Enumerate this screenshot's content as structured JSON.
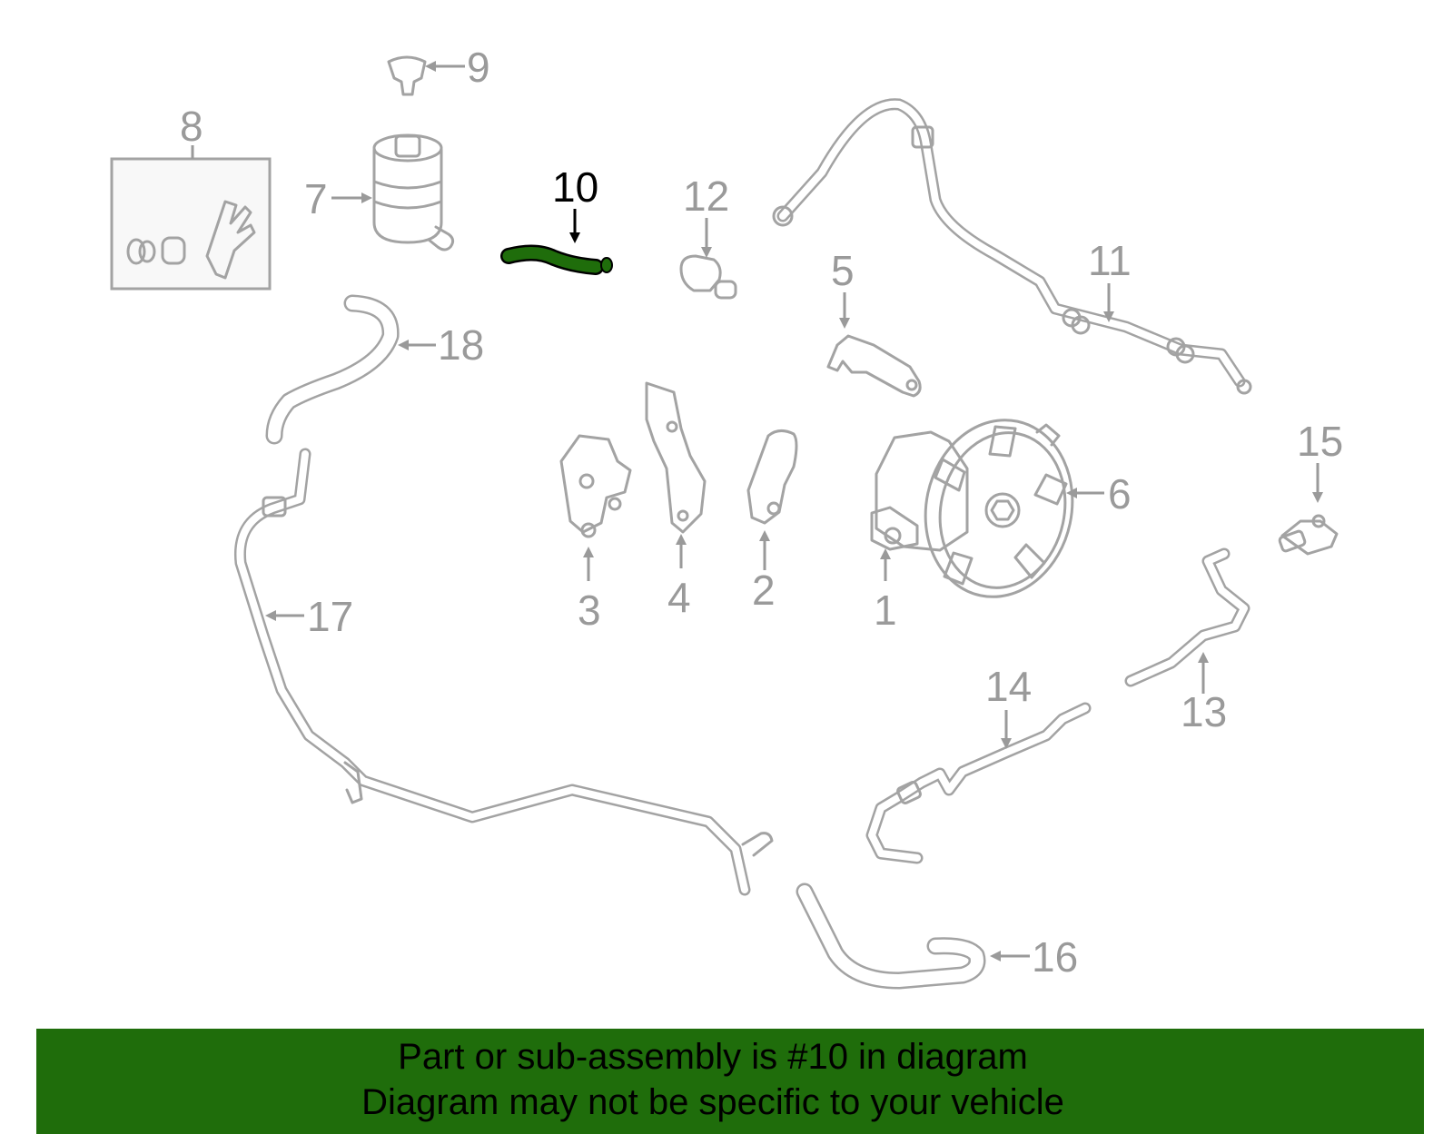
{
  "diagram": {
    "highlight_color": "#1f6d0b",
    "line_color": "#a3a3a3",
    "callouts": [
      {
        "id": "1",
        "label": "1"
      },
      {
        "id": "2",
        "label": "2"
      },
      {
        "id": "3",
        "label": "3"
      },
      {
        "id": "4",
        "label": "4"
      },
      {
        "id": "5",
        "label": "5"
      },
      {
        "id": "6",
        "label": "6"
      },
      {
        "id": "7",
        "label": "7"
      },
      {
        "id": "8",
        "label": "8"
      },
      {
        "id": "9",
        "label": "9"
      },
      {
        "id": "10",
        "label": "10",
        "highlighted": true
      },
      {
        "id": "11",
        "label": "11"
      },
      {
        "id": "12",
        "label": "12"
      },
      {
        "id": "13",
        "label": "13"
      },
      {
        "id": "14",
        "label": "14"
      },
      {
        "id": "15",
        "label": "15"
      },
      {
        "id": "16",
        "label": "16"
      },
      {
        "id": "17",
        "label": "17"
      },
      {
        "id": "18",
        "label": "18"
      }
    ]
  },
  "banner": {
    "line1": "Part or sub-assembly is #10 in diagram",
    "line2": "Diagram may not be specific to your vehicle",
    "background": "#1f6d0b"
  }
}
